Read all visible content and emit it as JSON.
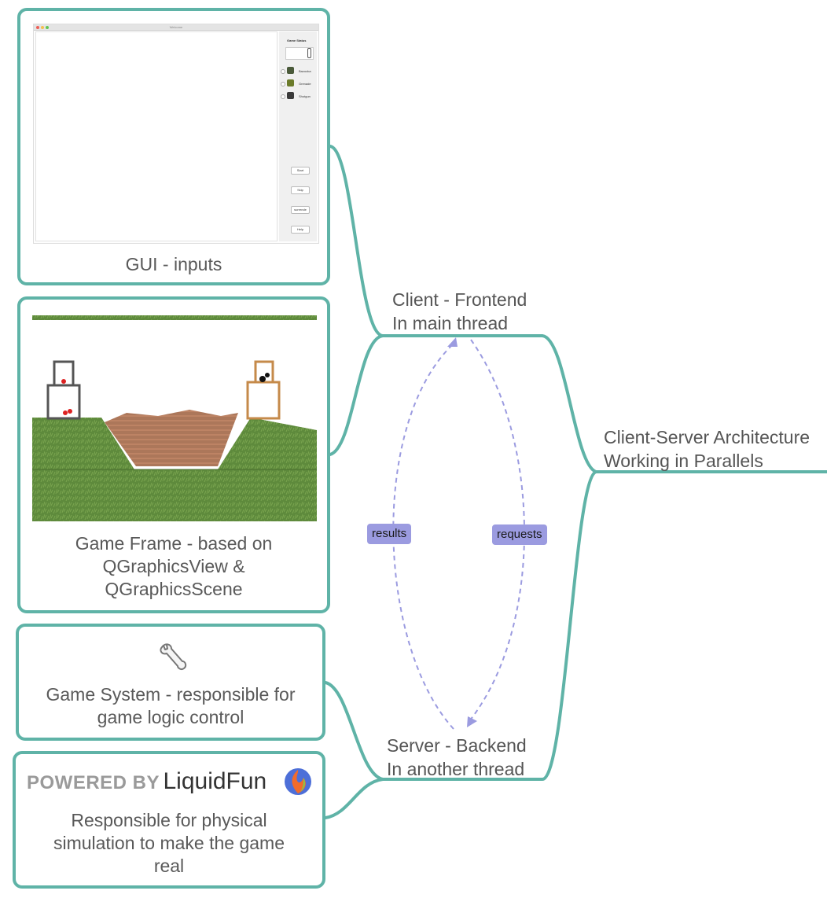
{
  "colors": {
    "border": "#5fb3a7",
    "arrow": "#9b9be0",
    "text": "#595959"
  },
  "cards": {
    "gui": {
      "caption": "GUI - inputs"
    },
    "game_frame": {
      "caption_lines": [
        "Game Frame - based on",
        "QGraphicsView &",
        "QGraphicsScene"
      ]
    },
    "game_system": {
      "icon": "wrench-icon",
      "caption_lines": [
        "Game System - responsible for",
        "game logic control"
      ]
    },
    "liquidfun": {
      "powered_by": "POWERED BY",
      "brand": "LiquidFun",
      "icon": "liquidfun-logo-icon",
      "caption_lines": [
        "Responsible for physical",
        "simulation to make the game",
        "real"
      ]
    }
  },
  "gui_screenshot": {
    "window_title": "Welcome",
    "status_label": "Game Status",
    "weapons": [
      "Bazooka",
      "Grenade",
      "Shotgun"
    ],
    "buttons": [
      "Start",
      "Skip",
      "surrende",
      "Help"
    ]
  },
  "nodes": {
    "client": {
      "line1": "Client - Frontend",
      "line2": "In main thread"
    },
    "server": {
      "line1": "Server - Backend",
      "line2": "In another thread"
    },
    "root": {
      "line1": "Client-Server Architecture",
      "line2": "Working in Parallels"
    }
  },
  "arrows": {
    "results": "results",
    "requests": "requests"
  }
}
